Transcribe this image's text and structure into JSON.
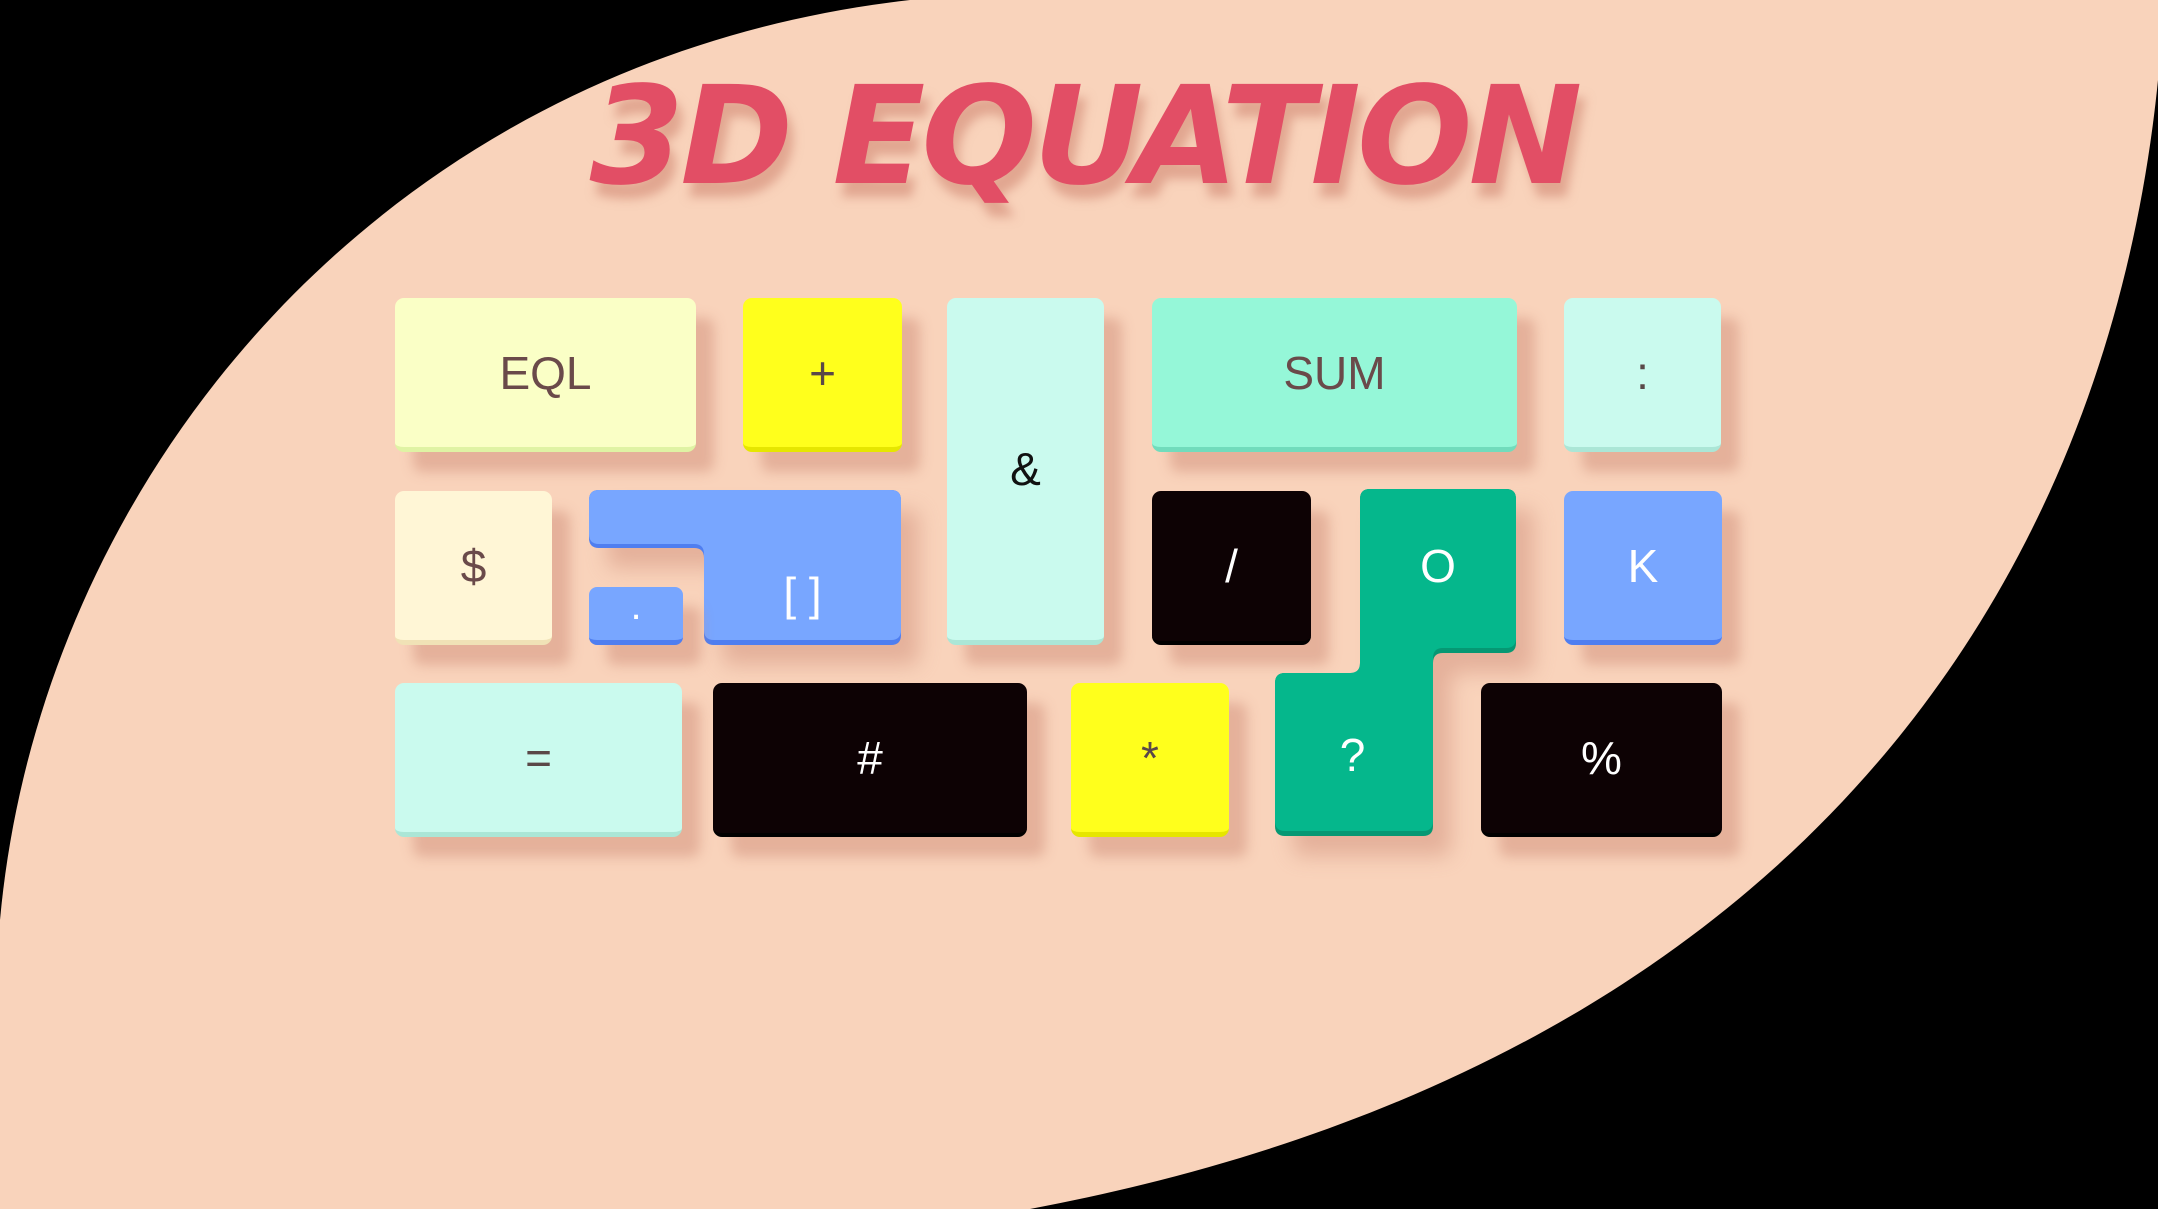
{
  "title": "3D EQUATION",
  "colors": {
    "background": "#000000",
    "blob": "#f9d3bb",
    "title": "#e24e65",
    "key_cream": "#faffc6",
    "key_yellow": "#ffff1c",
    "key_mint": "#cafaee",
    "key_aqua": "#95f7d8",
    "key_ivory": "#fff6d6",
    "key_blue": "#78a6ff",
    "key_black": "#0d0204",
    "key_green": "#05b78c"
  },
  "keys": {
    "eql": "EQL",
    "plus": "+",
    "ampersand": "&",
    "sum": "SUM",
    "colon": ":",
    "dollar": "$",
    "brackets": "[ ]",
    "dot": ".",
    "slash": "/",
    "o": "O",
    "k": "K",
    "equals": "=",
    "hash": "#",
    "asterisk": "*",
    "question": "?",
    "percent": "%"
  }
}
